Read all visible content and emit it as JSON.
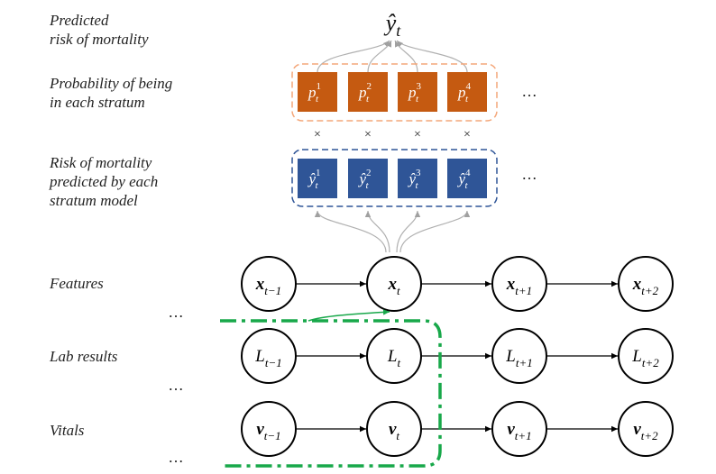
{
  "row_labels": {
    "predicted_risk": "Predicted\nrisk of mortality",
    "probability": "Probability of being\nin each stratum",
    "stratum_risk": "Risk of mortality\npredicted by each\nstratum model",
    "features": "Features",
    "lab_results": "Lab results",
    "vitals": "Vitals"
  },
  "output_node": {
    "symbol": "ŷ",
    "subscript": "t"
  },
  "probability_boxes": [
    {
      "base": "p",
      "sub": "t",
      "sup": "1"
    },
    {
      "base": "p",
      "sub": "t",
      "sup": "2"
    },
    {
      "base": "p",
      "sub": "t",
      "sup": "3"
    },
    {
      "base": "p",
      "sub": "t",
      "sup": "4"
    }
  ],
  "stratum_boxes": [
    {
      "base": "ŷ",
      "sub": "t",
      "sup": "1"
    },
    {
      "base": "ŷ",
      "sub": "t",
      "sup": "2"
    },
    {
      "base": "ŷ",
      "sub": "t",
      "sup": "3"
    },
    {
      "base": "ŷ",
      "sub": "t",
      "sup": "4"
    }
  ],
  "multiply_symbol": "×",
  "ellipsis": "…",
  "feature_nodes": [
    {
      "base": "x",
      "sub": "t−1"
    },
    {
      "base": "x",
      "sub": "t"
    },
    {
      "base": "x",
      "sub": "t+1"
    },
    {
      "base": "x",
      "sub": "t+2"
    }
  ],
  "lab_nodes": [
    {
      "base": "L",
      "sub": "t−1"
    },
    {
      "base": "L",
      "sub": "t"
    },
    {
      "base": "L",
      "sub": "t+1"
    },
    {
      "base": "L",
      "sub": "t+2"
    }
  ],
  "vital_nodes": [
    {
      "base": "v",
      "sub": "t−1"
    },
    {
      "base": "v",
      "sub": "t"
    },
    {
      "base": "v",
      "sub": "t+1"
    },
    {
      "base": "v",
      "sub": "t+2"
    }
  ],
  "colors": {
    "probability_box": "#c55a11",
    "stratum_box": "#2f5597",
    "probability_group_border": "#f4a77a",
    "stratum_group_border": "#2f5597",
    "window_border": "#18a84a",
    "connector_gray": "#b0b0b0",
    "node_stroke": "#000000"
  }
}
